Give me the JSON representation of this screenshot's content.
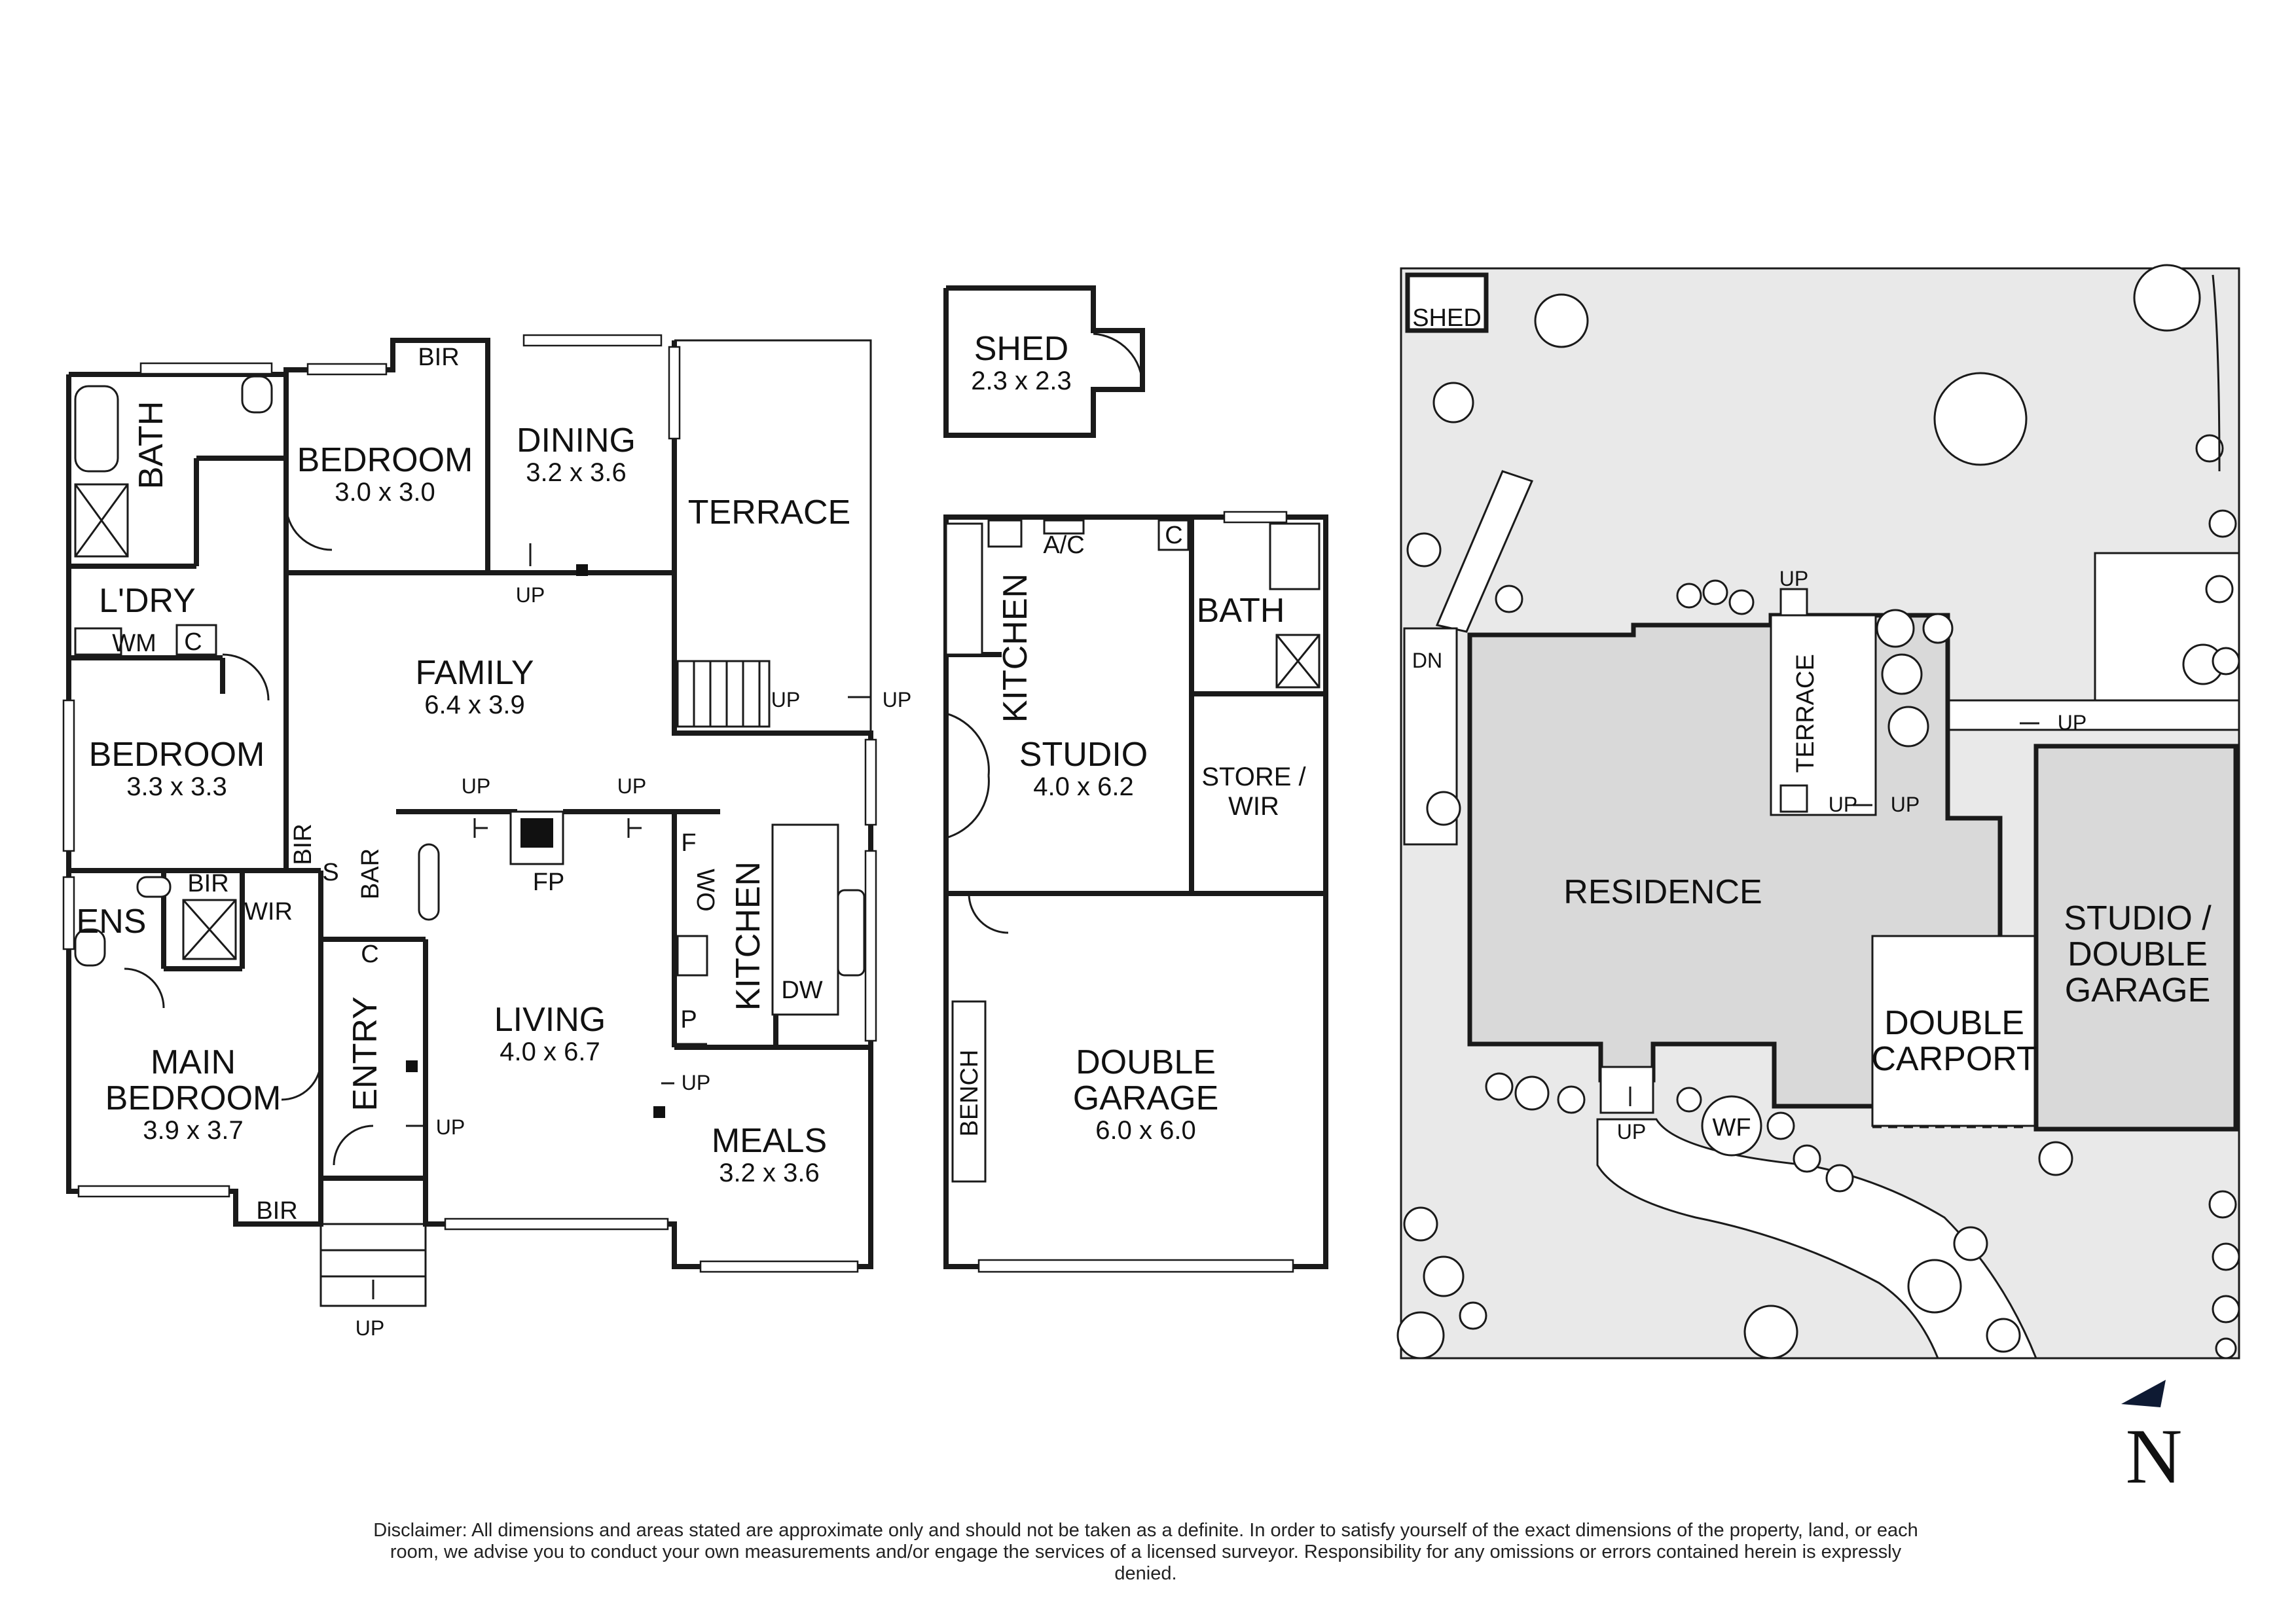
{
  "house": {
    "bath": "BATH",
    "bedroom1": {
      "name": "BEDROOM",
      "size": "3.0 x 3.0"
    },
    "bir_top": "BIR",
    "dining": {
      "name": "DINING",
      "size": "3.2 x 3.6"
    },
    "terrace": "TERRACE",
    "laundry": "L'DRY",
    "wm": "WM",
    "c_laundry": "C",
    "family": {
      "name": "FAMILY",
      "size": "6.4 x 3.9"
    },
    "bedroom2": {
      "name": "BEDROOM",
      "size": "3.3 x 3.3"
    },
    "bir_side": "BIR",
    "s": "S",
    "bar": "BAR",
    "fp": "FP",
    "f": "F",
    "wo": "WO",
    "kitchen": "KITCHEN",
    "p": "P",
    "dw": "DW",
    "bir_ens": "BIR",
    "ens": "ENS",
    "wir": "WIR",
    "c_hall": "C",
    "entry": "ENTRY",
    "living": {
      "name": "LIVING",
      "size": "4.0 x 6.7"
    },
    "main_bedroom": {
      "line1": "MAIN",
      "line2": "BEDROOM",
      "size": "3.9 x 3.7"
    },
    "meals": {
      "name": "MEALS",
      "size": "3.2 x 3.6"
    },
    "bir_bottom": "BIR",
    "up": "UP"
  },
  "outbuildings": {
    "shed": {
      "name": "SHED",
      "size": "2.3 x 2.3"
    },
    "kitchen": "KITCHEN",
    "ac": "A/C",
    "c": "C",
    "bath": "BATH",
    "studio": {
      "name": "STUDIO",
      "size": "4.0 x 6.2"
    },
    "store": {
      "line1": "STORE /",
      "line2": "WIR"
    },
    "bench": "BENCH",
    "garage": {
      "line1": "DOUBLE",
      "line2": "GARAGE",
      "size": "6.0 x 6.0"
    }
  },
  "site": {
    "shed": "SHED",
    "residence": "RESIDENCE",
    "terrace": "TERRACE",
    "studio": {
      "line1": "STUDIO /",
      "line2": "DOUBLE",
      "line3": "GARAGE"
    },
    "carport": {
      "line1": "DOUBLE",
      "line2": "CARPORT"
    },
    "wf": "WF",
    "dn": "DN",
    "up": "UP"
  },
  "compass": {
    "letter": "N"
  },
  "disclaimer": "Disclaimer: All dimensions and areas stated are approximate only and should not be taken as a definite. In order to satisfy yourself of the exact dimensions of the property, land, or each room, we advise you to conduct your own measurements and/or engage the services of a licensed surveyor. Responsibility for any omissions or errors contained herein is expressly denied."
}
